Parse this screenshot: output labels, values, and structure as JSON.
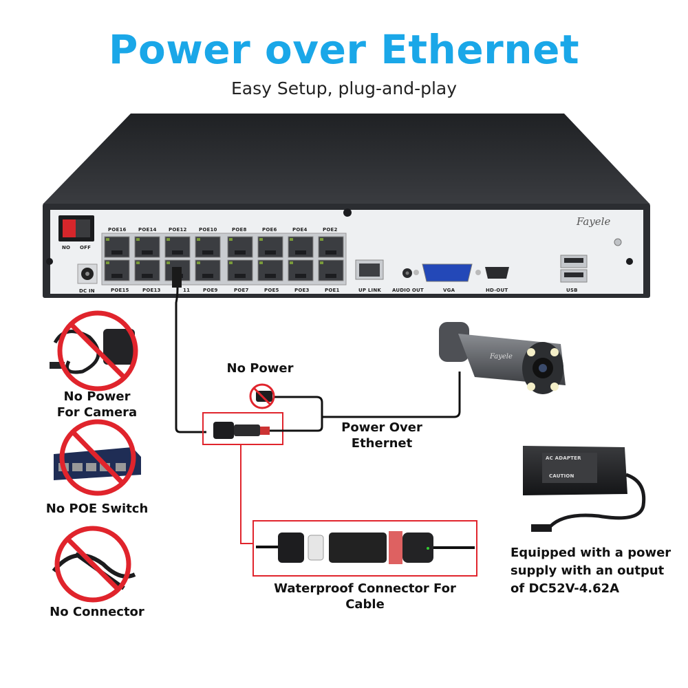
{
  "header": {
    "title": "Power over Ethernet",
    "subtitle": "Easy Setup, plug-and-play"
  },
  "nvr": {
    "brand": "Fayele",
    "switch_on": "NO",
    "switch_off": "OFF",
    "dc_in": "DC IN",
    "ports_top": [
      "POE16",
      "POE14",
      "POE12",
      "POE10",
      "POE8",
      "POE6",
      "POE4",
      "POE2"
    ],
    "ports_bottom": [
      "POE15",
      "POE13",
      "",
      "POE9",
      "POE7",
      "POE5",
      "POE3",
      "POE1"
    ],
    "port_partial": "11",
    "uplink": "UP LINK",
    "audio_out": "AUDIO OUT",
    "vga": "VGA",
    "hd_out": "HD-OUT",
    "usb": "USB"
  },
  "camera": {
    "brand": "Fayele"
  },
  "labels": {
    "no_power": "No Power",
    "power_over_ethernet": "Power Over\nEthernet",
    "no_power_camera": "No Power\nFor Camera",
    "no_poe_switch": "No POE Switch",
    "no_connector": "No Connector",
    "waterproof": "Waterproof Connector For Cable",
    "power_supply": "Equipped with a power\nsupply with an output\nof DC52V-4.62A"
  },
  "adapter": {
    "label": "AC ADAPTER",
    "caution": "CAUTION"
  },
  "colors": {
    "title": "#1aa7e8",
    "prohibition": "#e0242c",
    "highlight_box": "#e0242c",
    "nvr_body": "#2d2f33",
    "panel": "#eef0f2"
  }
}
